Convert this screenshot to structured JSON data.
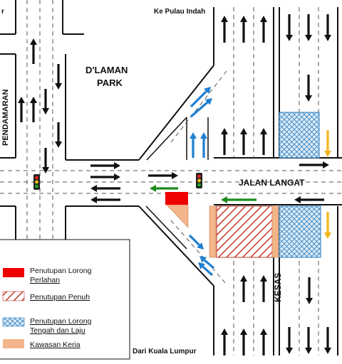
{
  "roads": {
    "top": "Ke Pulau Indah",
    "bottom": "Dari Kuala Lumpur",
    "main": "JALAN LANGAT",
    "kesas": "KESAS",
    "left": "PENDAMARAN",
    "top_left_fragment": "r"
  },
  "park": {
    "line1": "D'LAMAN",
    "line2": "PARK"
  },
  "legend": {
    "items": [
      {
        "type": "solid",
        "color": "#ee0000",
        "line1": "Penutupan Lorong",
        "line2": "Perlahan"
      },
      {
        "type": "hatch-red",
        "color": "#c0392b",
        "line1": "Penutupan Penuh",
        "line2": ""
      },
      {
        "type": "hatch-blue",
        "color": "#2f7fbf",
        "line1": "Penutupan Lorong",
        "line2": "Tengah dan Laju"
      },
      {
        "type": "solid",
        "color": "#f3b589",
        "line1": "Kawasan Keria",
        "line2": ""
      }
    ]
  },
  "colors": {
    "arrow_black": "#111111",
    "arrow_blue": "#1f7fd0",
    "arrow_green": "#1c8a1c",
    "arrow_yellow": "#f2b51b",
    "red_closure": "#ee0000",
    "work_area": "#f3b589"
  }
}
